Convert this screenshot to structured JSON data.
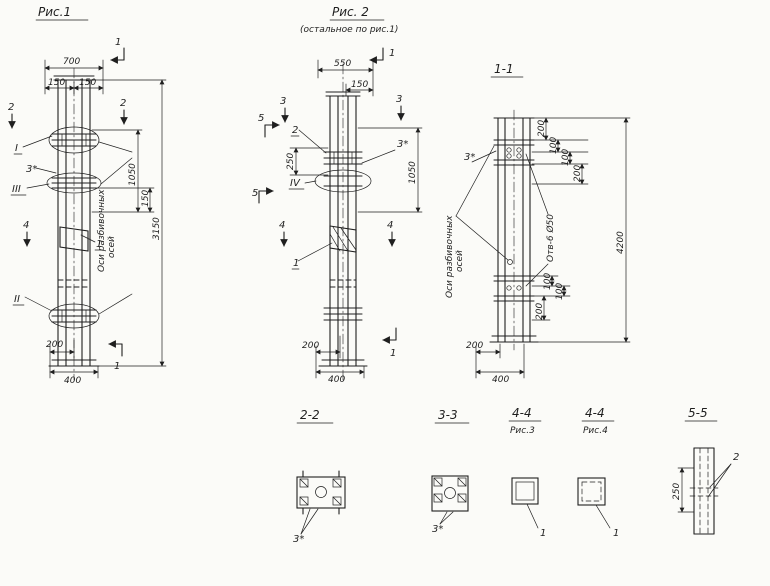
{
  "meta": {
    "colors": {
      "ink": "#1f1f1f",
      "paper": "#fbfbf8"
    }
  },
  "fig1": {
    "title": "Рис.1",
    "dims": {
      "d700": "700",
      "d150l": "150",
      "d150r": "150",
      "d1050": "1050",
      "d150v": "150",
      "d3150": "3150",
      "d200": "200",
      "d400": "400"
    },
    "cuts": {
      "c1_top": "1",
      "c1_bot": "1",
      "c2_left": "2",
      "c2_right": "2",
      "c4": "4"
    },
    "labels": {
      "det_I": "I",
      "det_3": "3*",
      "det_III": "III",
      "det_II": "II",
      "item_1": "1"
    },
    "axis_note_1": "Оси разбивочных",
    "axis_note_2": "осей"
  },
  "fig2": {
    "title": "Рис. 2",
    "subtitle": "(остальное по рис.1)",
    "dims": {
      "d550": "550",
      "d150": "150",
      "d250": "250",
      "d1050": "1050",
      "d200": "200",
      "d400": "400"
    },
    "cuts": {
      "c1_top": "1",
      "c1_bot": "1",
      "c3_left": "3",
      "c3_right": "3",
      "c5_top": "5",
      "c5_bot": "5",
      "c4_left": "4",
      "c4_right": "4"
    },
    "labels": {
      "item_2": "2",
      "det_3": "3*",
      "det_IV": "IV",
      "item_1": "1"
    }
  },
  "sec11": {
    "title": "1-1",
    "dims": {
      "top_200a": "200",
      "top_100a": "100",
      "top_100b": "100",
      "top_200b": "200",
      "d4200": "4200",
      "bot_100a": "100",
      "bot_100b": "100",
      "bot_200": "200",
      "base_200": "200",
      "base_400": "400"
    },
    "labels": {
      "det_3": "3*"
    },
    "holes_note": "Отв-6 Ø50",
    "axis_note_1": "Оси разбивочных",
    "axis_note_2": "осей"
  },
  "sections": {
    "s22": {
      "title": "2-2",
      "label": "3*"
    },
    "s33": {
      "title": "3-3",
      "label": "3*"
    },
    "s44a": {
      "title": "4-4",
      "subtitle": "Рис.3",
      "label": "1"
    },
    "s44b": {
      "title": "4-4",
      "subtitle": "Рис.4",
      "label": "1"
    },
    "s55": {
      "title": "5-5",
      "label": "2",
      "dim_250": "250"
    }
  }
}
